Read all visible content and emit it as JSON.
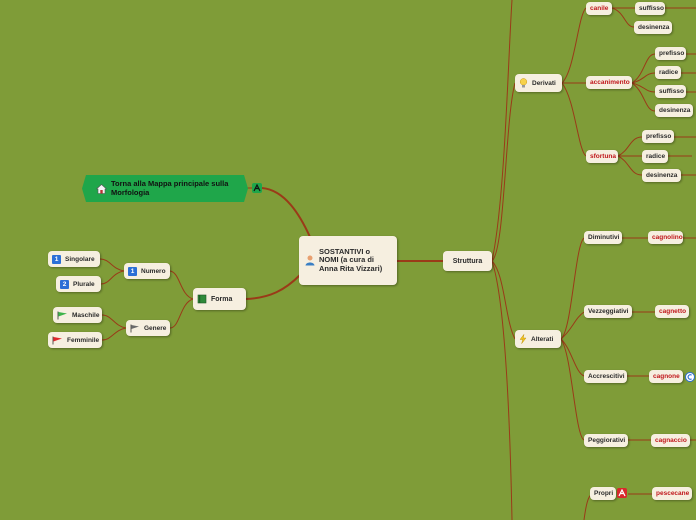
{
  "center": {
    "title": "SOSTANTIVI o NOMI  (a cura di Anna Rita Vizzari)"
  },
  "home_link": {
    "label": "Torna alla Mappa principale sulla Morfologia"
  },
  "forma": {
    "label": "Forma",
    "numero": {
      "label": "Numero",
      "singolare": "Singolare",
      "plurale": "Plurale",
      "icon_singolare": "1",
      "icon_plurale": "2"
    },
    "genere": {
      "label": "Genere",
      "maschile": "Maschile",
      "femminile": "Femminile"
    }
  },
  "struttura": {
    "label": "Struttura",
    "derivati": {
      "label": "Derivati",
      "canile": {
        "label": "canile",
        "suffisso": "suffisso",
        "desinenza": "desinenza"
      },
      "accanimento": {
        "label": "accanimento",
        "prefisso": "prefisso",
        "radice": "radice",
        "suffisso": "suffisso",
        "desinenza": "desinenza"
      },
      "sfortuna": {
        "label": "sfortuna",
        "prefisso": "prefisso",
        "radice": "radice",
        "desinenza": "desinenza"
      }
    },
    "alterati": {
      "label": "Alterati",
      "diminutivi": {
        "label": "Diminutivi",
        "example": "cagnolino"
      },
      "vezzeggiativi": {
        "label": "Vezzeggiativi",
        "example": "cagnetto"
      },
      "accrescitivi": {
        "label": "Accrescitivi",
        "example": "cagnone"
      },
      "peggiorativi": {
        "label": "Peggiorativi",
        "example": "cagnaccio"
      }
    },
    "propri": {
      "label": "Propri",
      "example": "pescecane"
    }
  },
  "colors": {
    "background": "#7f9c38",
    "node": "#f6efe0",
    "home": "#1fa64a",
    "link": "#9a3a18",
    "red_text": "#c0161b"
  }
}
